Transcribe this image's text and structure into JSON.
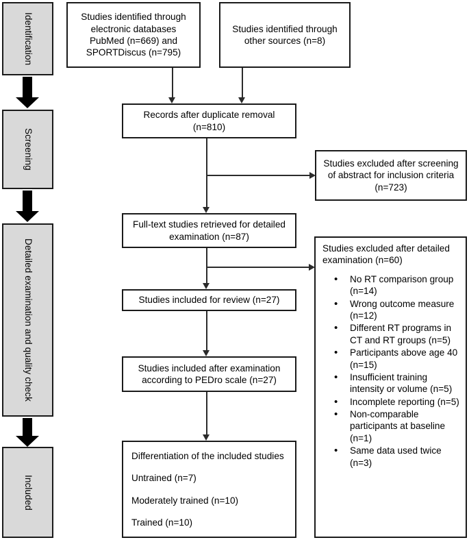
{
  "diagram": {
    "type": "prisma-flow-diagram",
    "colors": {
      "stage_fill": "#d9d9d9",
      "box_fill": "#ffffff",
      "border": "#1a1a1a",
      "connector": "#2b2b2b"
    }
  },
  "stages": [
    {
      "label": "Identification"
    },
    {
      "label": "Screening"
    },
    {
      "label": "Detailed examination and quality check"
    },
    {
      "label": "Included"
    }
  ],
  "boxes": {
    "databases": "Studies identified through electronic databases PubMed (n=669) and SPORTDiscus (n=795)",
    "other_sources": "Studies identified through other sources (n=8)",
    "after_duplicates": "Records after duplicate removal (n=810)",
    "excluded_screening": "Studies excluded after screening of abstract for inclusion criteria (n=723)",
    "fulltext": "Full-text studies retrieved for detailed examination (n=87)",
    "included_review": "Studies included for review (n=27)",
    "included_pedro": "Studies included after examination according to PEDro scale (n=27)"
  },
  "excluded_detailed": {
    "heading": "Studies excluded after detailed examination (n=60)",
    "bullet_glyph": "•",
    "items": [
      "No RT comparison group (n=14)",
      "Wrong outcome measure (n=12)",
      "Different RT programs in CT and RT groups (n=5)",
      "Participants above age 40 (n=15)",
      "Insufficient training intensity or volume (n=5)",
      "Incomplete reporting (n=5)",
      "Non-comparable participants at baseline (n=1)",
      "Same data used twice (n=3)"
    ]
  },
  "differentiation": {
    "heading": "Differentiation of the included studies",
    "lines": [
      "Untrained (n=7)",
      "Moderately trained (n=10)",
      "Trained (n=10)"
    ]
  }
}
